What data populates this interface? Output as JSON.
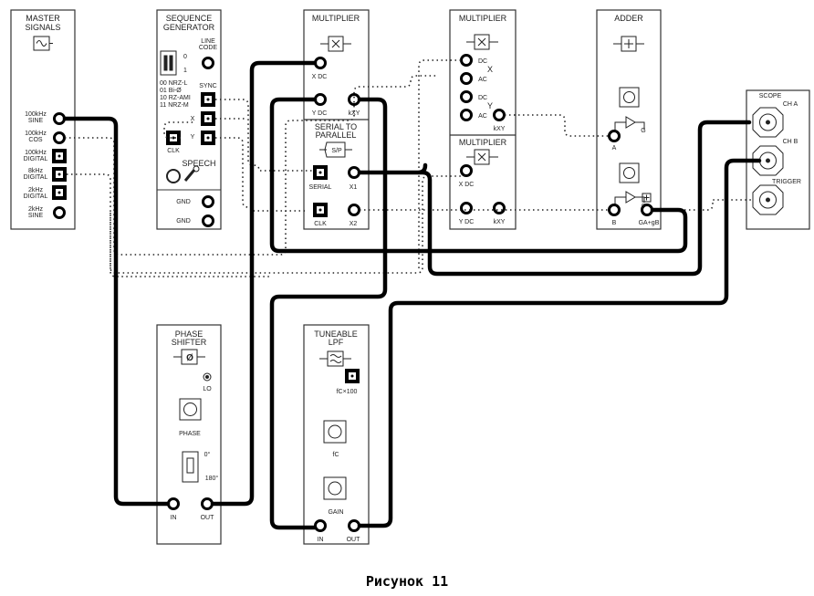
{
  "caption": "Рисунок 11",
  "modules": {
    "master": {
      "title1": "MASTER",
      "title2": "SIGNALS",
      "outputs": [
        {
          "l1": "100kHz",
          "l2": "SINE"
        },
        {
          "l1": "100kHz",
          "l2": "COS"
        },
        {
          "l1": "100kHz",
          "l2": "DIGITAL"
        },
        {
          "l1": "8kHz",
          "l2": "DIGITAL"
        },
        {
          "l1": "2kHz",
          "l2": "DIGITAL"
        },
        {
          "l1": "2kHz",
          "l2": "SINE"
        }
      ]
    },
    "seqgen": {
      "title1": "SEQUENCE",
      "title2": "GENERATOR",
      "line_code1": "LINE",
      "line_code2": "CODE",
      "sw0": "0",
      "sw1": "1",
      "codes": [
        "00 NRZ-L",
        "01 Bi-Ø",
        "10 RZ-AMI",
        "11 NRZ-M"
      ],
      "sync": "SYNC",
      "x": "X",
      "y": "Y",
      "clk": "CLK",
      "speech": "SPEECH",
      "gnd1": "GND",
      "gnd2": "GND"
    },
    "mult1": {
      "title": "MULTIPLIER",
      "xdc": "X DC",
      "ydc": "Y DC",
      "kxy": "kXY"
    },
    "s2p": {
      "title1": "SERIAL TO",
      "title2": "PARALLEL",
      "symbol": "S/P",
      "serial": "SERIAL",
      "x1": "X1",
      "clk": "CLK",
      "x2": "X2"
    },
    "mult2": {
      "title": "MULTIPLIER",
      "dc1": "DC",
      "ac1": "AC",
      "x": "X",
      "dc2": "DC",
      "ac2": "AC",
      "y": "Y",
      "kxy": "kXY"
    },
    "mult3": {
      "title": "MULTIPLIER",
      "xdc": "X DC",
      "ydc": "Y DC",
      "kxy": "kXY"
    },
    "adder": {
      "title": "ADDER",
      "a": "A",
      "b": "B",
      "g": "G",
      "g2": "g",
      "out": "GA+gB"
    },
    "scope": {
      "title": "SCOPE",
      "cha": "CH A",
      "chb": "CH B",
      "trigger": "TRIGGER"
    },
    "phase": {
      "title1": "PHASE",
      "title2": "SHIFTER",
      "symbol": "Ø",
      "lo": "LO",
      "knob": "PHASE",
      "deg0": "0°",
      "deg180": "180°",
      "in": "IN",
      "out": "OUT"
    },
    "lpf": {
      "title1": "TUNEABLE",
      "title2": "LPF",
      "fcx": "fC×100",
      "fc": "fC",
      "gain": "GAIN",
      "in": "IN",
      "out": "OUT"
    }
  }
}
